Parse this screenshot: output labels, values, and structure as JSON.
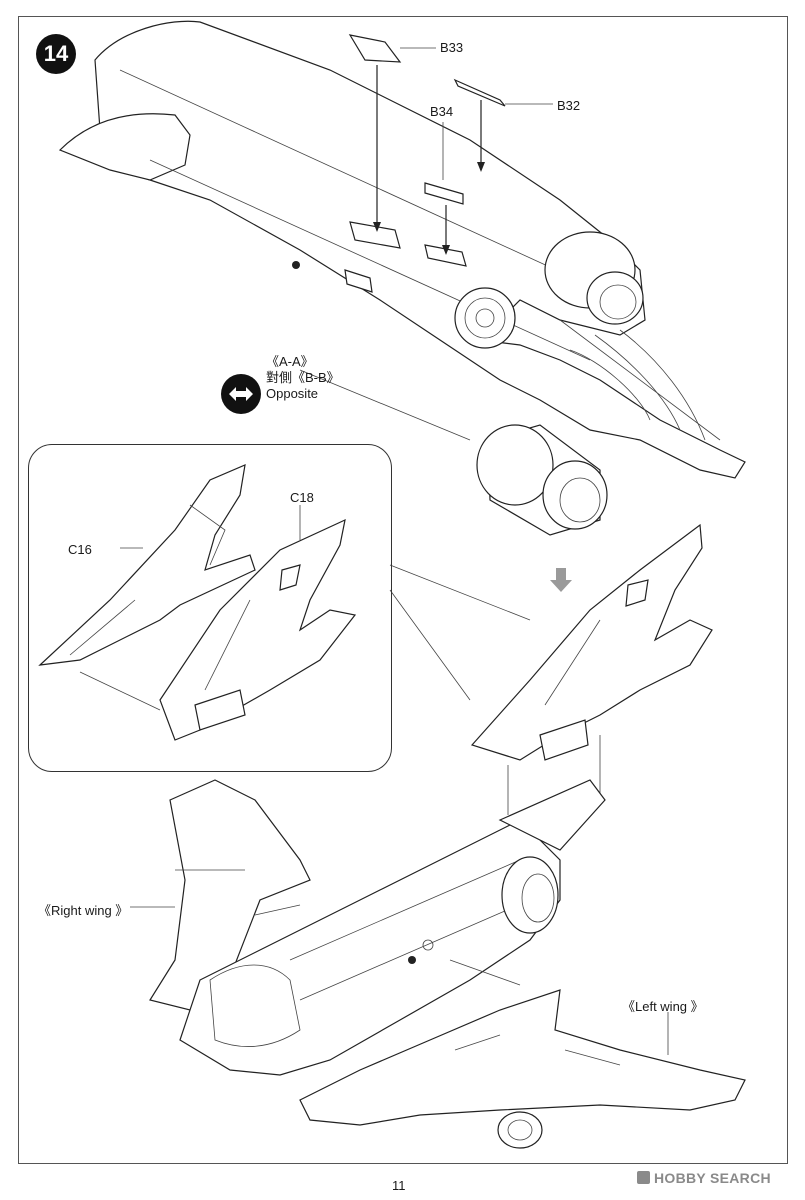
{
  "step": {
    "number": "14"
  },
  "parts": {
    "b33": "B33",
    "b34": "B34",
    "b32": "B32",
    "c16": "C16",
    "c18": "C18"
  },
  "opposite_note": {
    "line1": "《A-A》",
    "line2": "對側《B-B》",
    "line3": "Opposite"
  },
  "wings": {
    "right": "《Right wing 》",
    "left": "《Left wing 》"
  },
  "footer": {
    "page_number": "11",
    "brand": "HOBBY SEARCH"
  }
}
